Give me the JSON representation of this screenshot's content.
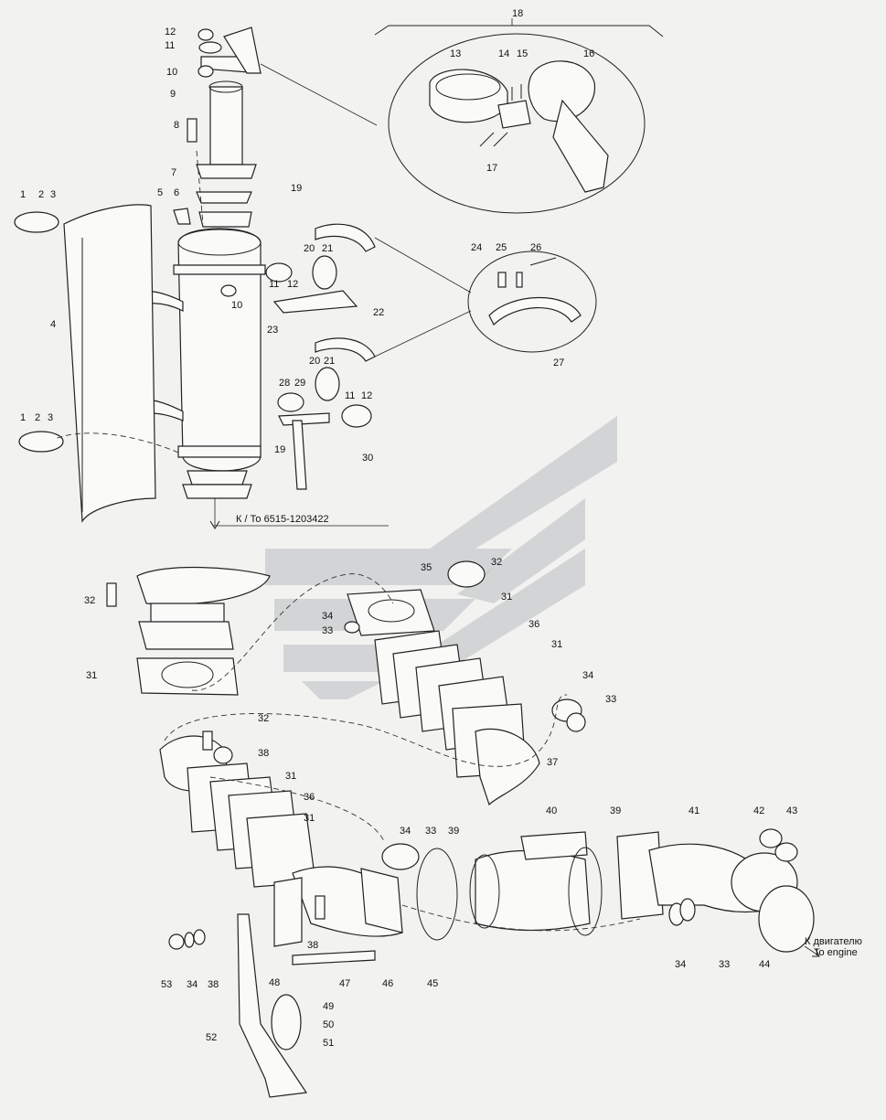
{
  "callouts": [
    {
      "label": "1"
    },
    {
      "label": "2"
    },
    {
      "label": "3"
    },
    {
      "label": "4"
    },
    {
      "label": "5"
    },
    {
      "label": "6"
    },
    {
      "label": "7"
    },
    {
      "label": "8"
    },
    {
      "label": "9"
    },
    {
      "label": "10"
    },
    {
      "label": "11"
    },
    {
      "label": "12"
    },
    {
      "label": "10"
    },
    {
      "label": "11"
    },
    {
      "label": "12"
    },
    {
      "label": "13"
    },
    {
      "label": "14"
    },
    {
      "label": "15"
    },
    {
      "label": "16"
    },
    {
      "label": "17"
    },
    {
      "label": "18"
    },
    {
      "label": "19"
    },
    {
      "label": "19"
    },
    {
      "label": "20"
    },
    {
      "label": "21"
    },
    {
      "label": "22"
    },
    {
      "label": "23"
    },
    {
      "label": "24"
    },
    {
      "label": "25"
    },
    {
      "label": "26"
    },
    {
      "label": "27"
    },
    {
      "label": "20"
    },
    {
      "label": "21"
    },
    {
      "label": "28"
    },
    {
      "label": "29"
    },
    {
      "label": "11"
    },
    {
      "label": "12"
    },
    {
      "label": "30"
    },
    {
      "label": "1"
    },
    {
      "label": "2"
    },
    {
      "label": "3"
    },
    {
      "label": "32"
    },
    {
      "label": "31"
    },
    {
      "label": "35"
    },
    {
      "label": "32"
    },
    {
      "label": "34"
    },
    {
      "label": "33"
    },
    {
      "label": "31"
    },
    {
      "label": "36"
    },
    {
      "label": "31"
    },
    {
      "label": "34"
    },
    {
      "label": "33"
    },
    {
      "label": "37"
    },
    {
      "label": "32"
    },
    {
      "label": "38"
    },
    {
      "label": "31"
    },
    {
      "label": "36"
    },
    {
      "label": "31"
    },
    {
      "label": "34"
    },
    {
      "label": "33"
    },
    {
      "label": "39"
    },
    {
      "label": "40"
    },
    {
      "label": "39"
    },
    {
      "label": "41"
    },
    {
      "label": "42"
    },
    {
      "label": "43"
    },
    {
      "label": "38"
    },
    {
      "label": "48"
    },
    {
      "label": "46"
    },
    {
      "label": "47"
    },
    {
      "label": "45"
    },
    {
      "label": "53"
    },
    {
      "label": "34"
    },
    {
      "label": "38"
    },
    {
      "label": "49"
    },
    {
      "label": "50"
    },
    {
      "label": "51"
    },
    {
      "label": "52"
    },
    {
      "label": "34"
    },
    {
      "label": "33"
    },
    {
      "label": "44"
    }
  ],
  "notes": {
    "to_part": "К / То 6515-1203422",
    "to_engine_ru": "К двигателю",
    "to_engine_en": "To engine"
  }
}
